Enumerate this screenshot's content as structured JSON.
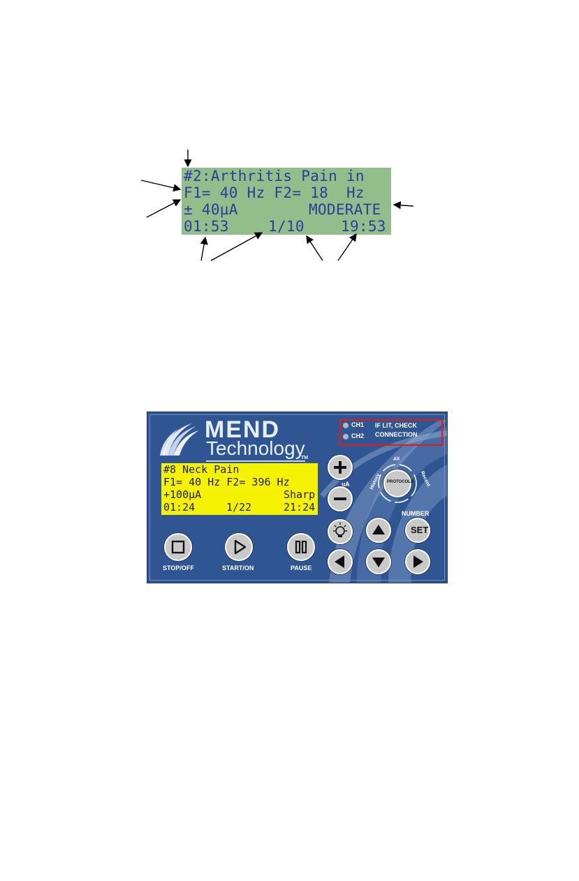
{
  "diagram": {
    "line1": "#2:Arthritis Pain in",
    "line2": "F1= 40 Hz F2= 18  Hz",
    "line3_left": "± 40µA",
    "line3_right": "MODERATE",
    "line4_left": "01:53",
    "line4_mid": "1/10",
    "line4_right": "19:53"
  },
  "device": {
    "brand_top": "MEND",
    "brand_bottom": "Technology",
    "trademark": "TM",
    "lcd": {
      "row1": "#8 Neck Pain",
      "row2": "F1= 40 Hz F2= 396 Hz",
      "row3_left": "+100µA",
      "row3_right": "Sharp",
      "row4_left": "01:24",
      "row4_mid": "1/22",
      "row4_right": "21:24"
    },
    "ch1": "CH1",
    "ch2": "CH2",
    "warning_line1": "IF LIT, CHECK",
    "warning_line2": "CONNECTION",
    "plus_label": "+",
    "ua_label": "µA",
    "protocols_label": "PROTOCOLS",
    "protocols_all": "All",
    "protocols_recent": "Recent",
    "protocols_history": "History",
    "number_label": "NUMBER",
    "set_label": "SET",
    "stop_label": "STOP/OFF",
    "start_label": "START/ON",
    "pause_label": "PAUSE",
    "colors": {
      "panel": "#2f5592",
      "lcd": "#f5f200",
      "diagram_lcd": "#93bd8b",
      "warning_border": "#e11b1b"
    }
  }
}
